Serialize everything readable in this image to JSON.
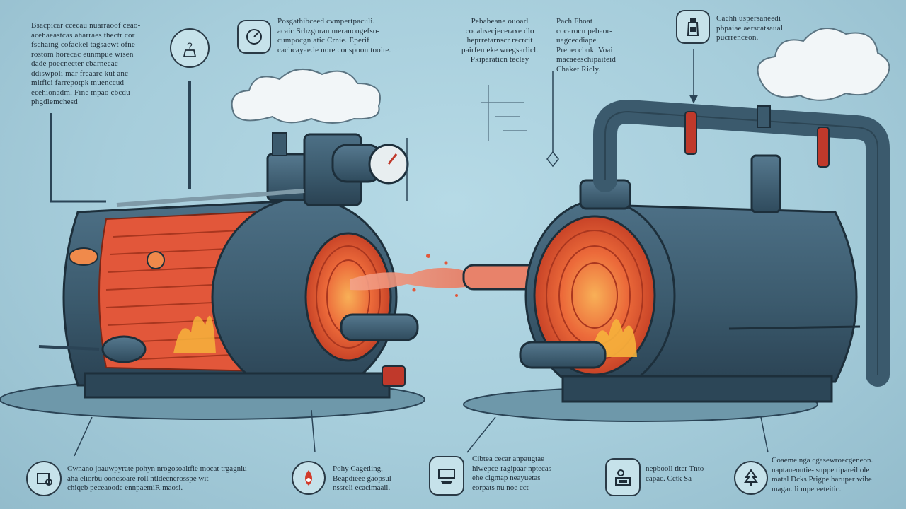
{
  "colors": {
    "background": "#a9cfdc",
    "boiler_body": "#3f5f73",
    "boiler_dark": "#2b4456",
    "fire_core": "#e24a2b",
    "fire_glow": "#f08a4b",
    "flame": "#f6b33c",
    "smoke": "#f2f6f8",
    "ink": "#1f2d38"
  },
  "icons": {
    "top_left": "question-flask-icon",
    "top_center": "pressure-gauge-icon",
    "top_right": "fuel-bottle-icon",
    "bottom_1": "valve-panel-icon",
    "bottom_2": "flame-drop-icon",
    "bottom_3": "control-board-icon",
    "bottom_4": "pump-unit-icon",
    "bottom_5": "tree-flame-icon"
  },
  "notes": {
    "top_left": {
      "lines": [
        "Bsacpicar ccecau nuarraoof ceao-",
        "acehaeastcas aharraes thectr cor",
        "fschaing cofackel tagsaewt ofne",
        "rostom horecac eunmpue wisen",
        "dade poecnecter cbarnecac",
        "ddiswpoli mar freaarc kut anc",
        "mitfici farrepotpk muenccud",
        "ecehionadm. Fine mpao cbcdu",
        "phgdlemchesd"
      ]
    },
    "top_center": {
      "lines": [
        "Posgathibceed cvmpertpaculi.",
        "acaic Srhzgoran merancogefso-",
        "cumpocgn atic Crnie. Eperif",
        "cachcayae.ie nore conspoon tooite."
      ]
    },
    "center_mid": {
      "lines": [
        "Pebabeane ouoarl",
        "cocahsecjeceraxe dlo",
        "heprretarnscr recrcit",
        "pairfen eke wregsarlicl.",
        "Pkiparaticn tecley"
      ]
    },
    "center_right": {
      "lines": [
        "Pach Fhoat",
        "cocarocn pebaor-",
        "uagcecdiape",
        "Prepeccbuk. Voai",
        "macaeeschipaiteid",
        "Chaket Ricly."
      ]
    },
    "top_right": {
      "lines": [
        "Cachh uspersaneedi",
        "pbpaiae aerscatsaual",
        "pucrrenceon."
      ]
    },
    "bottom_1": {
      "lines": [
        "Cwnano joauwpyrate pohyn nrogosoaltfie mocat trgagniu",
        "aha eliorbu ooncsoare roll ntldecnerosspe wit",
        "chiqeb peceaoode ennpaemiR maosi."
      ]
    },
    "bottom_2": {
      "lines": [
        "Pohy Cagetiing,",
        "Beapdieee gaopsul",
        "nssreli ecaclmaail."
      ]
    },
    "bottom_3": {
      "lines": [
        "Cibtea cecar anpaugtae",
        "hiwepce-ragipaar nptecas",
        "ehe cigmap neayuetas",
        "eorpats nu noe cct"
      ]
    },
    "bottom_4": {
      "lines": [
        "nepbooll titer Tnto",
        "capac. Cctk Sa"
      ]
    },
    "bottom_5": {
      "lines": [
        "Coaeme nga cgasewroecgeneon.",
        "naptaueoutie- snppe tipareil ole",
        "matal Dcks Prigpe haruper wibe",
        "magar. li mpereeteitic."
      ]
    }
  }
}
